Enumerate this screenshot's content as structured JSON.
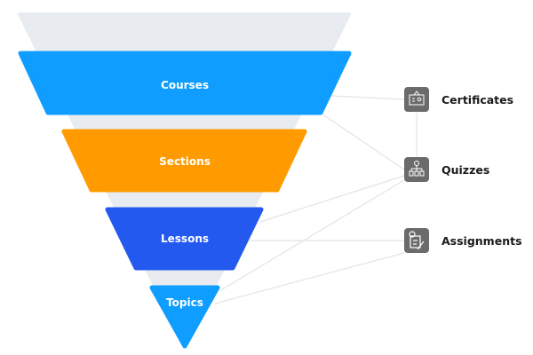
{
  "funnel": {
    "levels": [
      {
        "label": "Courses",
        "color": "#0f9dff"
      },
      {
        "label": "Sections",
        "color": "#ff9b00"
      },
      {
        "label": "Lessons",
        "color": "#2459f0"
      },
      {
        "label": "Topics",
        "color": "#0f9dff"
      }
    ],
    "background_color": "#e8ebef"
  },
  "features": [
    {
      "label": "Certificates",
      "icon": "certificate-icon"
    },
    {
      "label": "Quizzes",
      "icon": "hierarchy-check-icon"
    },
    {
      "label": "Assignments",
      "icon": "clipboard-pencil-icon"
    }
  ],
  "icon_box_color": "#6b6b6b",
  "connector_color": "#e2e4e7"
}
